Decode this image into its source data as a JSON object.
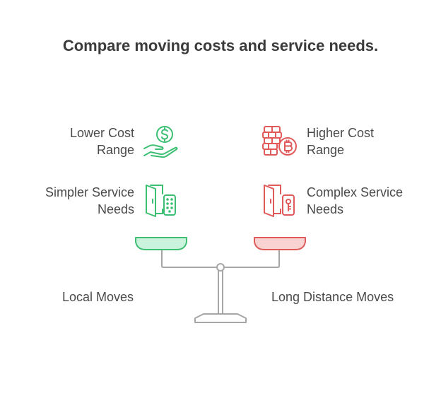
{
  "title": "Compare moving costs and service needs.",
  "left": {
    "cost": {
      "line1": "Lower Cost",
      "line2": "Range",
      "icon": "dollar-hand-icon"
    },
    "service": {
      "line1": "Simpler Service",
      "line2": "Needs",
      "icon": "door-keypad-icon"
    },
    "label": "Local Moves",
    "color": "#3cbf73"
  },
  "right": {
    "cost": {
      "line1": "Higher Cost",
      "line2": "Range",
      "icon": "brick-bitcoin-icon"
    },
    "service": {
      "line1": "Complex Service",
      "line2": "Needs",
      "icon": "door-key-icon"
    },
    "label": "Long Distance Moves",
    "color": "#e05a5a"
  }
}
